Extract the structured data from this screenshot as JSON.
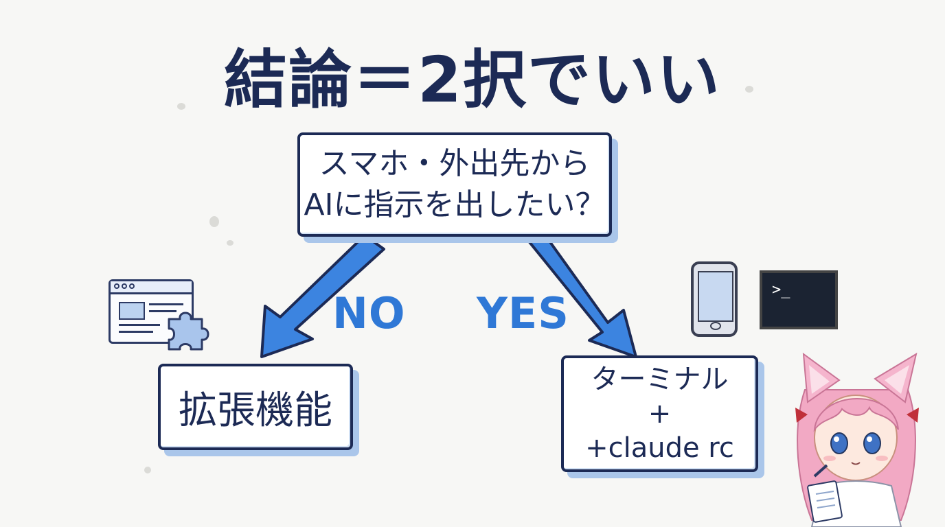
{
  "title": "結論＝2択でいい",
  "question": {
    "lines": [
      "スマホ・外出先から",
      "AIに指示を出したい？"
    ]
  },
  "branches": {
    "no": {
      "label": "NO",
      "result": "拡張機能",
      "icons": [
        "browser-window-icon",
        "puzzle-piece-icon"
      ]
    },
    "yes": {
      "label": "YES",
      "result_lines": [
        "ターミナル",
        "+",
        "+claude rc"
      ],
      "icons": [
        "smartphone-icon",
        "terminal-icon"
      ]
    }
  },
  "terminal_prompt": ">_",
  "colors": {
    "ink": "#1c2a55",
    "arrow": "#3c84e0",
    "branch_text": "#2f78d6",
    "shadow": "#aac6ea",
    "background": "#f7f7f5"
  }
}
